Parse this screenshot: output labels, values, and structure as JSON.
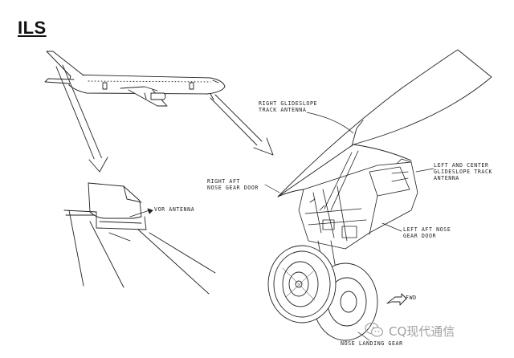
{
  "title": "ILS",
  "callouts": {
    "right_glideslope": "RIGHT GLIDESLOPE\nTRACK ANTENNA",
    "right_aft_door": "RIGHT AFT\nNOSE GEAR DOOR",
    "left_center_glideslope": "LEFT AND CENTER\nGLIDESLOPE TRACK\nANTENNA",
    "vor_antenna": "VOR ANTENNA",
    "left_aft_door": "LEFT AFT NOSE\nGEAR DOOR",
    "fwd": "FWD",
    "nose_landing_gear": "NOSE LANDING GEAR"
  },
  "watermark": "CQ现代通信",
  "icons": [
    "airplane-icon",
    "wechat-icon",
    "fwd-arrow-icon"
  ]
}
